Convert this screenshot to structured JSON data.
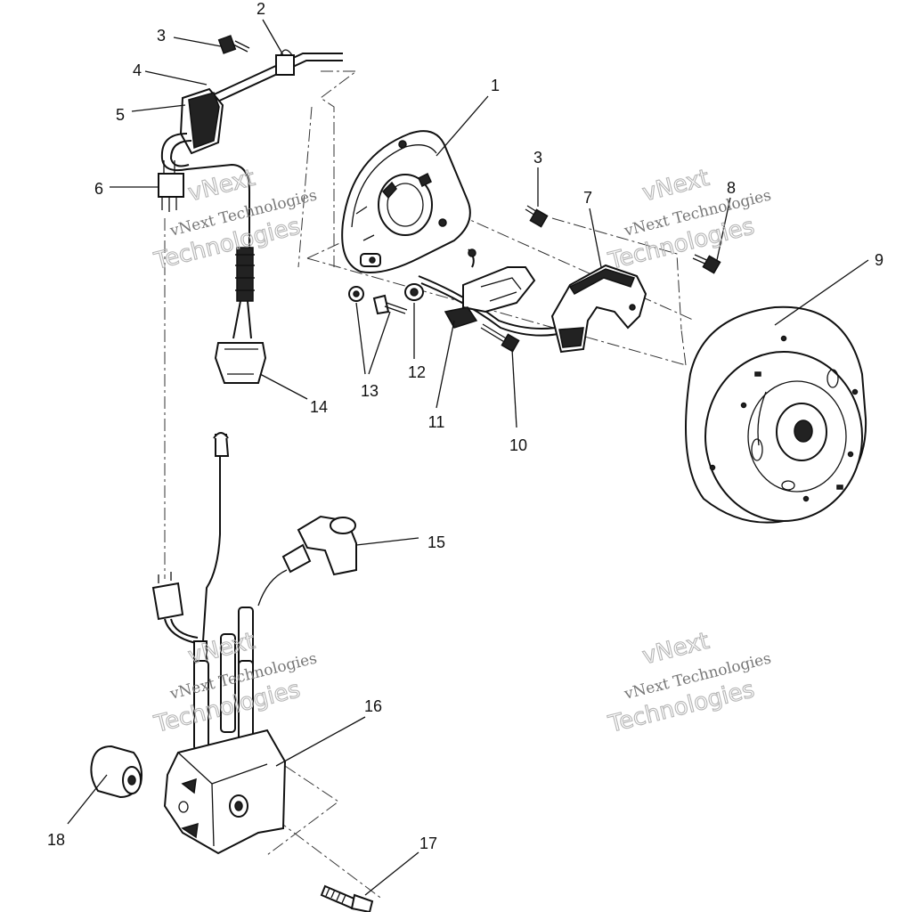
{
  "callouts": {
    "c1": "1",
    "c2": "2",
    "c3a": "3",
    "c3b": "3",
    "c4": "4",
    "c5": "5",
    "c6": "6",
    "c7": "7",
    "c8": "8",
    "c9": "9",
    "c10": "10",
    "c11": "11",
    "c12": "12",
    "c13": "13",
    "c14": "14",
    "c15": "15",
    "c16": "16",
    "c17": "17",
    "c18": "18"
  },
  "watermark": {
    "line1": "vNext Technologies",
    "line2": "Technologies",
    "line3": "vNext"
  }
}
